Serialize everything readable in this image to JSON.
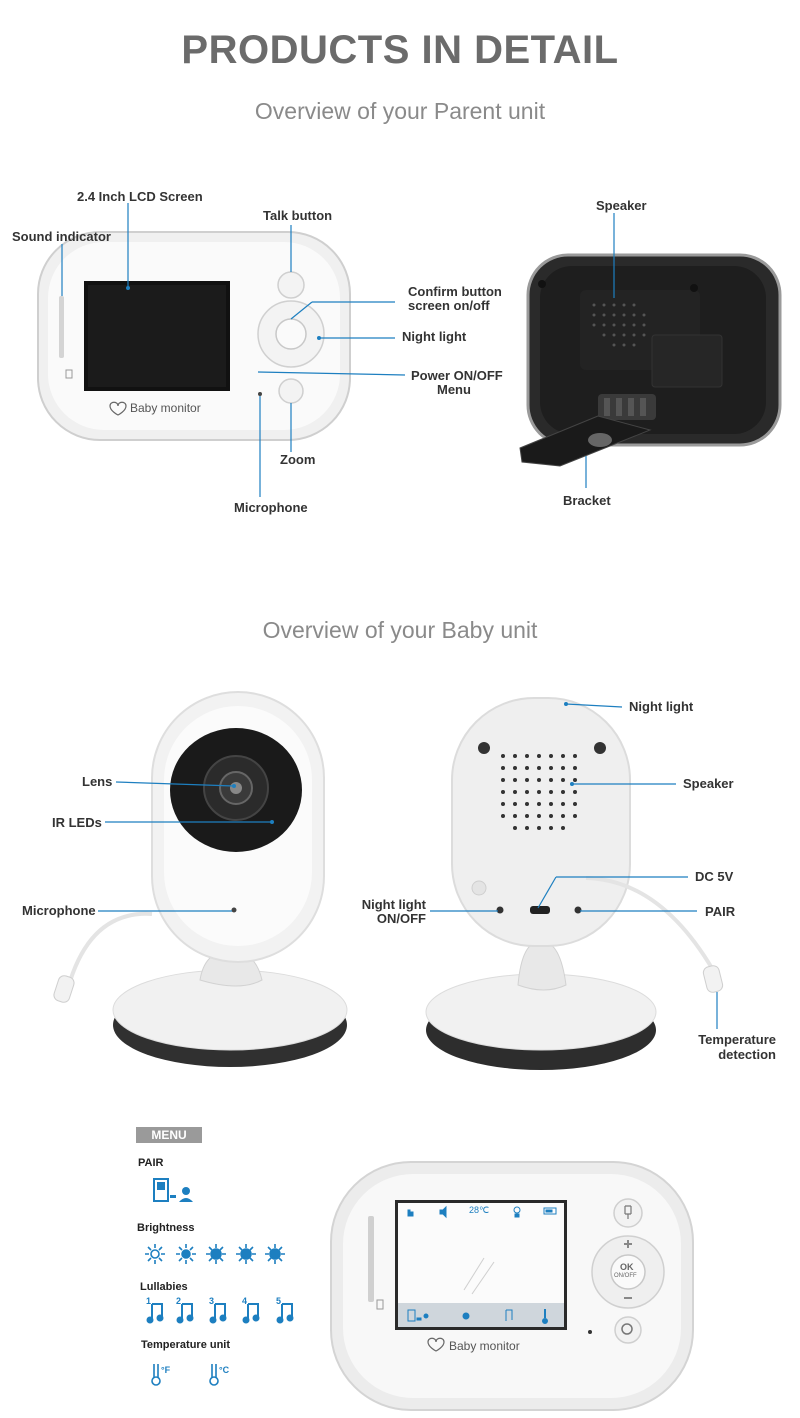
{
  "header": {
    "title": "PRODUCTS IN DETAIL",
    "parent_subtitle": "Overview of your Parent unit",
    "baby_subtitle": "Overview of your Baby unit"
  },
  "parent_front": {
    "lcd_label": "2.4 Inch LCD Screen",
    "sound_label": "Sound indicator",
    "talk_label": "Talk button",
    "confirm_label_1": "Confirm button",
    "confirm_label_2": "screen on/off",
    "night_label": "Night light",
    "power_label_1": "Power ON/OFF",
    "power_label_2": "Menu",
    "zoom_label": "Zoom",
    "mic_label": "Microphone",
    "brand": "Baby monitor"
  },
  "parent_back": {
    "speaker_label": "Speaker",
    "bracket_label": "Bracket"
  },
  "baby_front": {
    "lens_label": "Lens",
    "ir_label": "IR LEDs",
    "mic_label": "Microphone"
  },
  "baby_back": {
    "night_label": "Night light",
    "speaker_label": "Speaker",
    "dc_label": "DC 5V",
    "nl_onoff_1": "Night light",
    "nl_onoff_2": "ON/OFF",
    "pair_label": "PAIR",
    "temp_label_1": "Temperature",
    "temp_label_2": "detection"
  },
  "menu": {
    "tag": "MENU",
    "pair": "PAIR",
    "brightness": "Brightness",
    "lullabies": "Lullabies",
    "temp_unit": "Temperature unit",
    "unit_f": "°F",
    "unit_c": "°C",
    "lullaby_numbers": [
      "1",
      "2",
      "3",
      "4",
      "5"
    ],
    "screen_temp": "28℃",
    "ok_text": "OK",
    "ok_sub": "ON/OFF",
    "brand": "Baby monitor",
    "accent_color": "#1d7fc0"
  }
}
